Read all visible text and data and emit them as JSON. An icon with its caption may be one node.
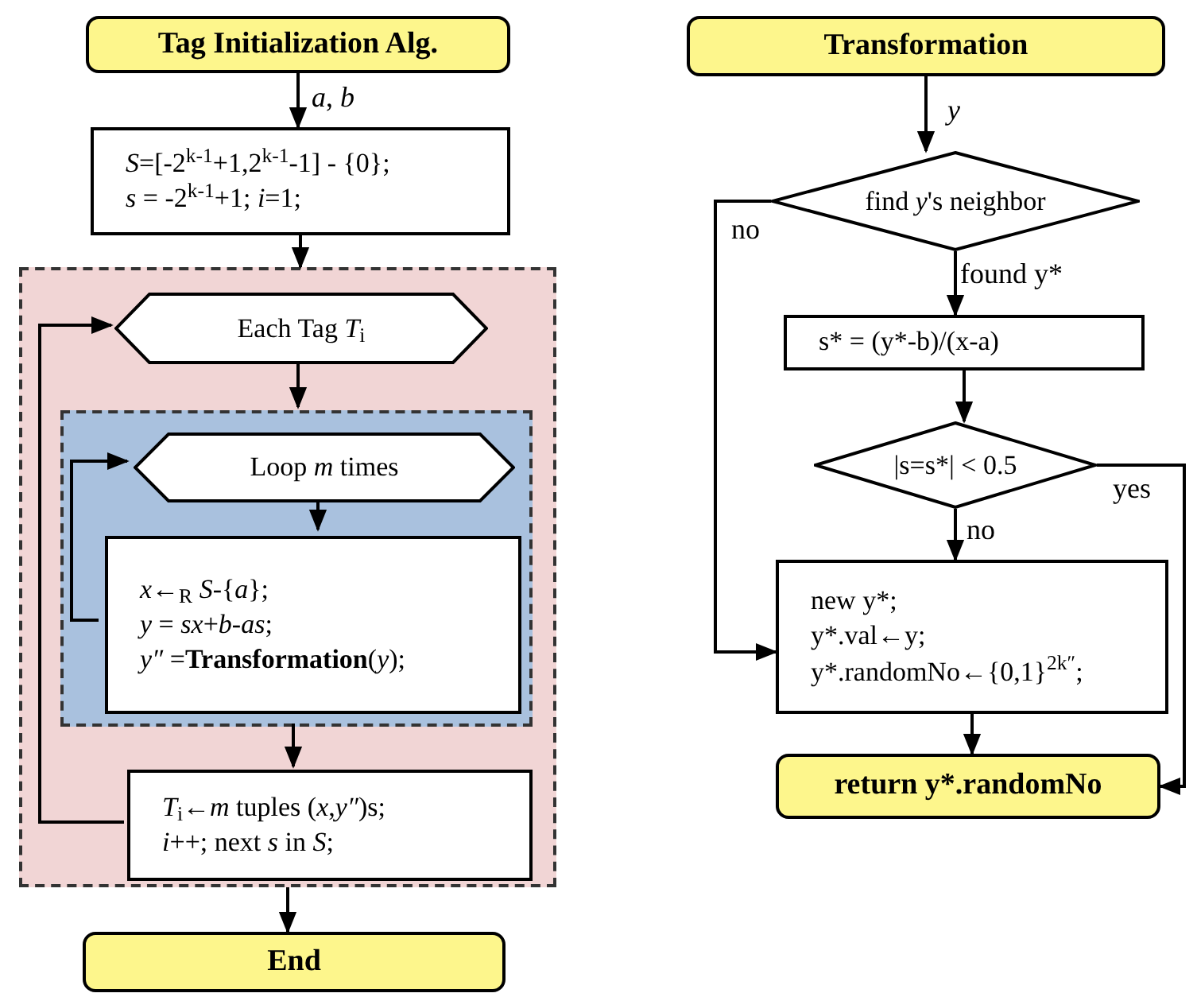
{
  "diagram": {
    "nodes": [
      {
        "text": [
          "Tag Initialization Alg."
        ]
      },
      {
        "text": [
          "*S*=[-2$^{k-1}$+1,2$^{k-1}$-1] - {0};",
          "*s* = -2$^{k-1}$+1;  *i*=1;"
        ]
      },
      {
        "text": [],
        "shape": "box"
      },
      {
        "text": [
          "Each Tag *T*$_{i}$"
        ],
        "in": 2
      },
      {
        "text": [],
        "in": 2,
        "shape": "box"
      },
      {
        "text": [
          "Loop *m* times"
        ],
        "in": 4
      },
      {
        "text": [
          "*x*←$_{R}$ *S*-{*a*};",
          "*y* = *sx*+*b*-*as*;",
          "*y″* =**Transformation**(*y*);"
        ],
        "in": 4
      },
      {
        "text": [
          "*T*$_{i}$←*m* tuples (*x*,*y″*)s;",
          "*i*++; next *s* in *S*;"
        ],
        "in": 2
      },
      {
        "text": [
          "End"
        ]
      },
      {
        "text": [
          "Transformation"
        ]
      },
      {
        "text": [
          "find *y*'s neighbor"
        ]
      },
      {
        "text": [
          "s* = (y*-b)/(x-a)"
        ]
      },
      {
        "text": [
          "|s=s*| < 0.5"
        ]
      },
      {
        "text": [
          "new y*;",
          "y*.val←y;",
          "y*.randomNo←{0,1}$^{2k″}$;"
        ]
      },
      {
        "text": [
          "return y*.randomNo"
        ]
      }
    ],
    "edges": [
      {
        "from": 0,
        "to": 1,
        "arrow": "to",
        "label": "*a*, *b*"
      },
      {
        "from": 1,
        "to": 2,
        "arrow": "to"
      },
      {
        "from": 3,
        "to": 4,
        "arrow": "to"
      },
      {
        "from": 5,
        "to": 6,
        "arrow": "to"
      },
      {
        "from": 6,
        "to": 5,
        "arrow": "to"
      },
      {
        "from": 4,
        "to": 7,
        "arrow": "to"
      },
      {
        "from": 7,
        "to": 3,
        "arrow": "to"
      },
      {
        "from": 2,
        "to": 8,
        "arrow": "to"
      },
      {
        "from": 9,
        "to": 10,
        "arrow": "to",
        "label": "*y*"
      },
      {
        "from": 10,
        "to": 11,
        "arrow": "to",
        "label": "found y*"
      },
      {
        "from": 10,
        "to": 13,
        "arrow": "to",
        "label": "no"
      },
      {
        "from": 11,
        "to": 12,
        "arrow": "to"
      },
      {
        "from": 12,
        "to": 13,
        "arrow": "to",
        "label": "no"
      },
      {
        "from": 12,
        "to": 14,
        "arrow": "to",
        "label": "yes"
      },
      {
        "from": 13,
        "to": 14,
        "arrow": "to"
      }
    ]
  }
}
